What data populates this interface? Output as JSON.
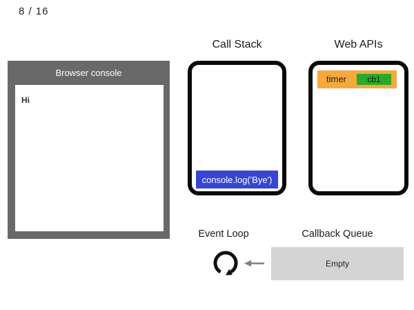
{
  "slide": {
    "counter": "8 / 16"
  },
  "browser_console": {
    "title": "Browser console",
    "log_lines": [
      "Hi"
    ]
  },
  "call_stack": {
    "title": "Call Stack",
    "frames": [
      {
        "label": "console.log('Bye')"
      }
    ]
  },
  "web_apis": {
    "title": "Web APIs",
    "tasks": [
      {
        "label": "timer",
        "callback": "cb1"
      }
    ]
  },
  "event_loop": {
    "title": "Event Loop",
    "icon": "clockwise-loop-arrow"
  },
  "callback_queue": {
    "title": "Callback Queue",
    "status": "Empty"
  },
  "colors": {
    "console_frame_gray": "#696969",
    "stack_frame_blue": "#3746d2",
    "webapi_bar_orange": "#f7a83c",
    "callback_green": "#28aa28",
    "queue_gray": "#d4d4d4",
    "box_border_black": "#0a0a0a",
    "loop_icon_black": "#111111",
    "arrow_gray": "#7f7f7f"
  }
}
